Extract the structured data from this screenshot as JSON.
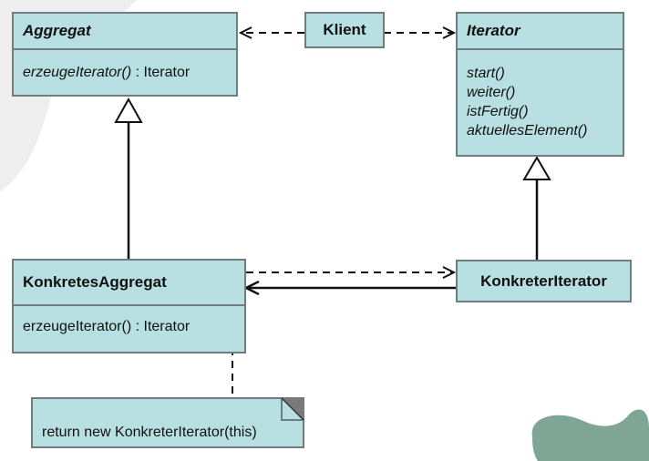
{
  "classes": {
    "aggregat": {
      "name": "Aggregat",
      "op": "erzeugeIterator()",
      "op_type": " : Iterator"
    },
    "klient": {
      "name": "Klient"
    },
    "iterator": {
      "name": "Iterator",
      "ops": [
        "start()",
        "weiter()",
        "istFertig()",
        "aktuellesElement()"
      ]
    },
    "konkretes_aggregat": {
      "name": "KonkretesAggregat",
      "op": "erzeugeIterator() : Iterator"
    },
    "konkreter_iterator": {
      "name": "KonkreterIterator"
    }
  },
  "note": {
    "text": "return new KonkreterIterator(this)"
  },
  "colors": {
    "box_fill": "#b8dfe1",
    "box_border": "#6f7d7f",
    "edge": "#111111",
    "deco_grey": "#eeeeee",
    "deco_green": "#7fa594"
  }
}
